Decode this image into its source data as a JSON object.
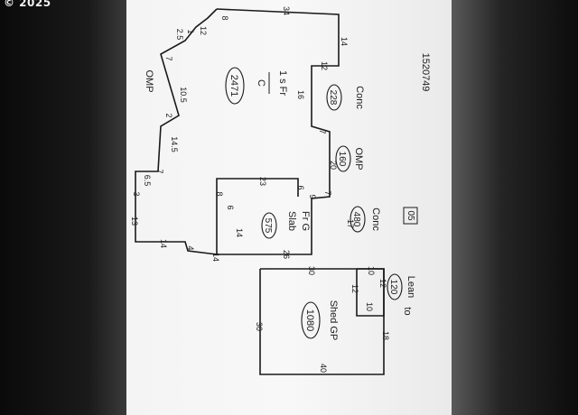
{
  "watermark": "© 2025",
  "sketch": {
    "id_number": "1520749",
    "section_code": "05",
    "main_label": {
      "line1": "1 s Fr",
      "line2": "C",
      "area": "2471"
    },
    "areas": [
      {
        "key": "conc_top",
        "label": "Conc",
        "area": "228"
      },
      {
        "key": "omp_mid",
        "label": "OMP",
        "area": "160"
      },
      {
        "key": "conc_right",
        "label": "Conc",
        "area": "480"
      },
      {
        "key": "frg",
        "label1": "Fr G",
        "label2": "Slab",
        "area": "575"
      },
      {
        "key": "lean_to",
        "label1": "Lean",
        "label2": "to",
        "area": "120"
      },
      {
        "key": "shed",
        "label": "Shed GP",
        "area": "1080"
      }
    ],
    "omp_left_label": "OMP",
    "dimensions": [
      "8",
      "34",
      "14",
      "12",
      "16",
      "7",
      "20",
      "7",
      "9",
      "17",
      "26",
      "14",
      "4",
      "14",
      "13",
      "3",
      "6.5",
      "7",
      "14.5",
      "2",
      "10.5",
      "7",
      "2.5",
      "1",
      "12",
      "23",
      "6",
      "8",
      "6",
      "14",
      "30",
      "30",
      "40",
      "18",
      "12",
      "10",
      "10",
      "12"
    ]
  }
}
